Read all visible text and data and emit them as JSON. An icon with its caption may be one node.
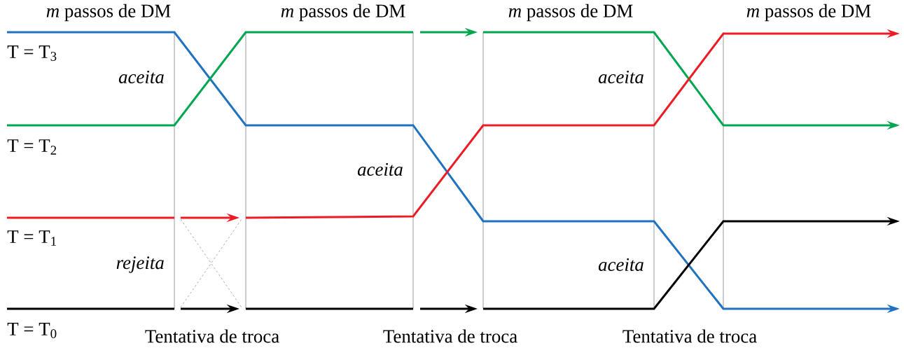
{
  "diagram": {
    "labels": [
      "*m* passos de DM",
      "*m* passos de DM",
      "*m* passos de DM",
      "*m* passos de DM",
      "T = T$_{3}$",
      "aceita",
      "aceita",
      "T = T$_{2}$",
      "aceita",
      "T = T$_{1}$",
      "rejeita",
      "aceita",
      "T = T$_{0}$",
      "Tentativa de troca",
      "Tentativa de troca",
      "Tentativa de troca"
    ]
  }
}
